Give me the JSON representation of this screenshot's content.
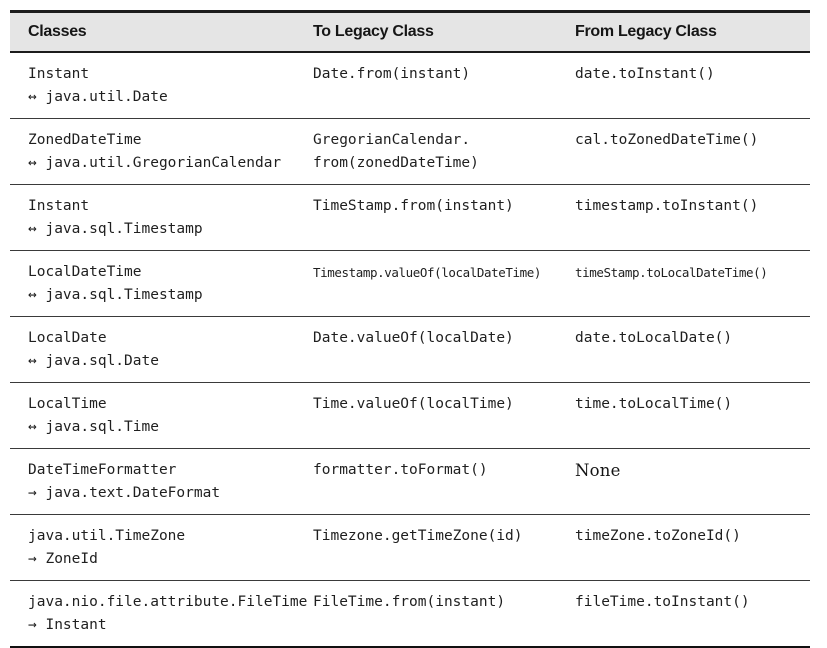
{
  "table": {
    "headers": [
      "Classes",
      "To Legacy Class",
      "From Legacy Class"
    ],
    "rows": [
      {
        "classes": "Instant\n↔ java.util.Date",
        "to_legacy": "Date.from(instant)",
        "from_legacy": "date.toInstant()"
      },
      {
        "classes": "ZonedDateTime\n↔ java.util.GregorianCalendar",
        "to_legacy": "GregorianCalendar.\nfrom(zonedDateTime)",
        "from_legacy": "cal.toZonedDateTime()"
      },
      {
        "classes": "Instant\n↔ java.sql.Timestamp",
        "to_legacy": "TimeStamp.from(instant)",
        "from_legacy": "timestamp.toInstant()"
      },
      {
        "classes": "LocalDateTime\n↔ java.sql.Timestamp",
        "to_legacy": "Timestamp.valueOf(localDateTime)",
        "from_legacy": "timeStamp.toLocalDateTime()"
      },
      {
        "classes": "LocalDate\n↔ java.sql.Date",
        "to_legacy": "Date.valueOf(localDate)",
        "from_legacy": "date.toLocalDate()"
      },
      {
        "classes": "LocalTime\n↔ java.sql.Time",
        "to_legacy": "Time.valueOf(localTime)",
        "from_legacy": "time.toLocalTime()"
      },
      {
        "classes": "DateTimeFormatter\n→ java.text.DateFormat",
        "to_legacy": "formatter.toFormat()",
        "from_legacy": "None"
      },
      {
        "classes": "java.util.TimeZone\n→ ZoneId",
        "to_legacy": "Timezone.getTimeZone(id)",
        "from_legacy": "timeZone.toZoneId()"
      },
      {
        "classes": "java.nio.file.attribute.FileTime\n→ Instant",
        "to_legacy": "FileTime.from(instant)",
        "from_legacy": "fileTime.toInstant()"
      }
    ]
  },
  "colors": {
    "page_background": "#ffffff",
    "header_background": "#e5e5e5",
    "border_dark": "#1c1c1c",
    "row_separator": "#3a3a3a",
    "text": "#1f1f1f"
  }
}
